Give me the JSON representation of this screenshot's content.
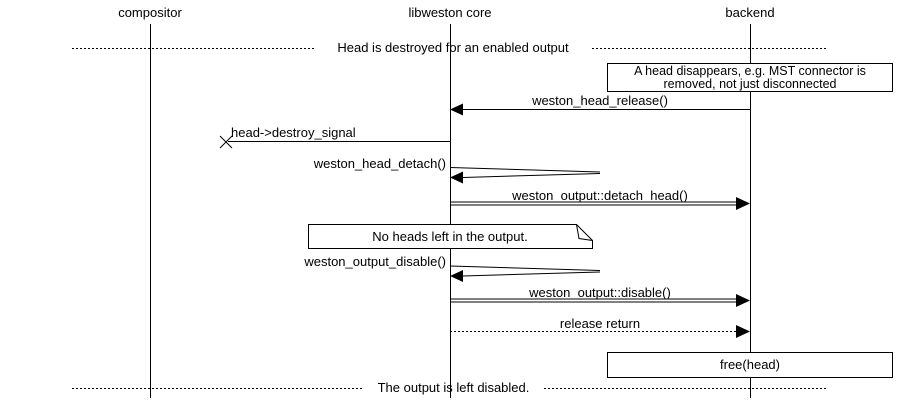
{
  "participants": {
    "compositor": "compositor",
    "libweston_core": "libweston core",
    "backend": "backend"
  },
  "dividers": {
    "top": "Head is destroyed for an enabled output",
    "bottom": "The output is left disabled."
  },
  "notes": {
    "head_disappears_line1": "A head disappears, e.g. MST connector is",
    "head_disappears_line2": "removed, not just disconnected",
    "no_heads_left": "No heads left in the output.",
    "free_head": "free(head)"
  },
  "messages": {
    "weston_head_release": "weston_head_release()",
    "head_destroy_signal": "head->destroy_signal",
    "weston_head_detach": "weston_head_detach()",
    "weston_output_detach_head": "weston_output::detach_head()",
    "weston_output_disable_call": "weston_output_disable()",
    "weston_output_disable_vfunc": "weston_output::disable()",
    "release_return": "release return"
  },
  "colors": {
    "stroke": "#000000",
    "background": "#ffffff"
  }
}
